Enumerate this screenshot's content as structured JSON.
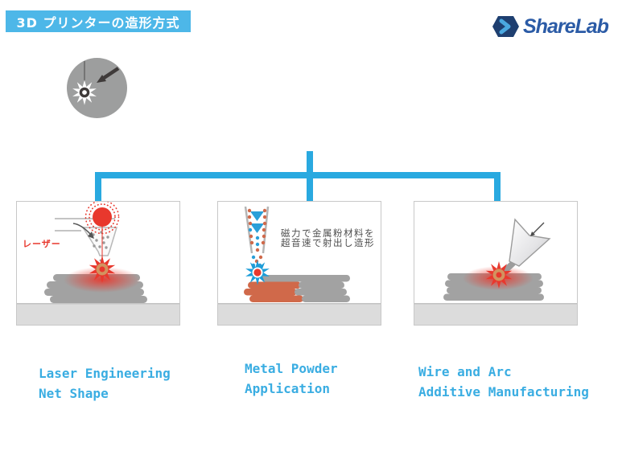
{
  "header": {
    "title": "3D プリンターの造形方式",
    "logo_text": "ShareLab"
  },
  "colors": {
    "title_bg": "#4db7e8",
    "connector_blue": "#29a9e0",
    "caption_blue": "#3aade2",
    "laser_red": "#e8382d",
    "powder_orange": "#d0694a",
    "layer_gray": "#a2a2a2",
    "base_gray": "#dcdcdc",
    "logo_navy": "#2b5ba6",
    "logo_chevron_blue": "#4aa8e0",
    "icon_circle_gray": "#9d9e9e"
  },
  "icons": {
    "hero": "directed-energy-deposition-icon",
    "logo": "sharelab-hexagon-chevron-icon"
  },
  "panel1": {
    "laser_label": "レーザー",
    "caption_line1": "Laser Engineering",
    "caption_line2": "Net Shape"
  },
  "panel2": {
    "note_line1": "磁力で金属粉材料を",
    "note_line2": "超音速で射出し造形",
    "caption_line1": "Metal Powder",
    "caption_line2": "Application"
  },
  "panel3": {
    "caption_line1": "Wire and Arc",
    "caption_line2": "Additive Manufacturing"
  }
}
